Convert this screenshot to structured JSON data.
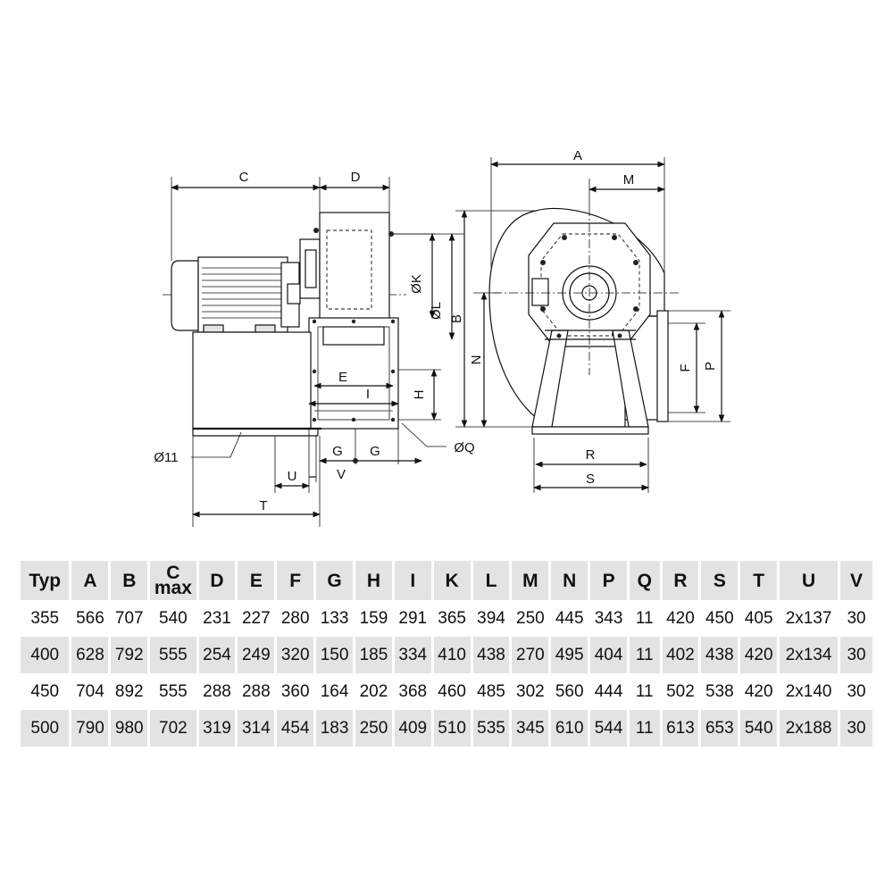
{
  "labels": {
    "A": "A",
    "B": "B",
    "C": "C",
    "D": "D",
    "E": "E",
    "F": "F",
    "G": "G",
    "H": "H",
    "I": "I",
    "K": "ØK",
    "L": "ØL",
    "M": "M",
    "N": "N",
    "P": "P",
    "Q": "ØQ",
    "R": "R",
    "S": "S",
    "T": "T",
    "U": "U",
    "V": "V",
    "hole": "Ø11"
  },
  "table": {
    "headers": [
      {
        "main": "Typ",
        "sub": ""
      },
      {
        "main": "A",
        "sub": ""
      },
      {
        "main": "B",
        "sub": ""
      },
      {
        "main": "C",
        "sub": "max"
      },
      {
        "main": "D",
        "sub": ""
      },
      {
        "main": "E",
        "sub": ""
      },
      {
        "main": "F",
        "sub": ""
      },
      {
        "main": "G",
        "sub": ""
      },
      {
        "main": "H",
        "sub": ""
      },
      {
        "main": "I",
        "sub": ""
      },
      {
        "main": "K",
        "sub": ""
      },
      {
        "main": "L",
        "sub": ""
      },
      {
        "main": "M",
        "sub": ""
      },
      {
        "main": "N",
        "sub": ""
      },
      {
        "main": "P",
        "sub": ""
      },
      {
        "main": "Q",
        "sub": ""
      },
      {
        "main": "R",
        "sub": ""
      },
      {
        "main": "S",
        "sub": ""
      },
      {
        "main": "T",
        "sub": ""
      },
      {
        "main": "U",
        "sub": ""
      },
      {
        "main": "V",
        "sub": ""
      }
    ],
    "rows": [
      [
        "355",
        "566",
        "707",
        "540",
        "231",
        "227",
        "280",
        "133",
        "159",
        "291",
        "365",
        "394",
        "250",
        "445",
        "343",
        "11",
        "420",
        "450",
        "405",
        "2x137",
        "30"
      ],
      [
        "400",
        "628",
        "792",
        "555",
        "254",
        "249",
        "320",
        "150",
        "185",
        "334",
        "410",
        "438",
        "270",
        "495",
        "404",
        "11",
        "402",
        "438",
        "420",
        "2x134",
        "30"
      ],
      [
        "450",
        "704",
        "892",
        "555",
        "288",
        "288",
        "360",
        "164",
        "202",
        "368",
        "460",
        "485",
        "302",
        "560",
        "444",
        "11",
        "502",
        "538",
        "420",
        "2x140",
        "30"
      ],
      [
        "500",
        "790",
        "980",
        "702",
        "319",
        "314",
        "454",
        "183",
        "250",
        "409",
        "510",
        "535",
        "345",
        "610",
        "544",
        "11",
        "613",
        "653",
        "540",
        "2x188",
        "30"
      ]
    ]
  }
}
